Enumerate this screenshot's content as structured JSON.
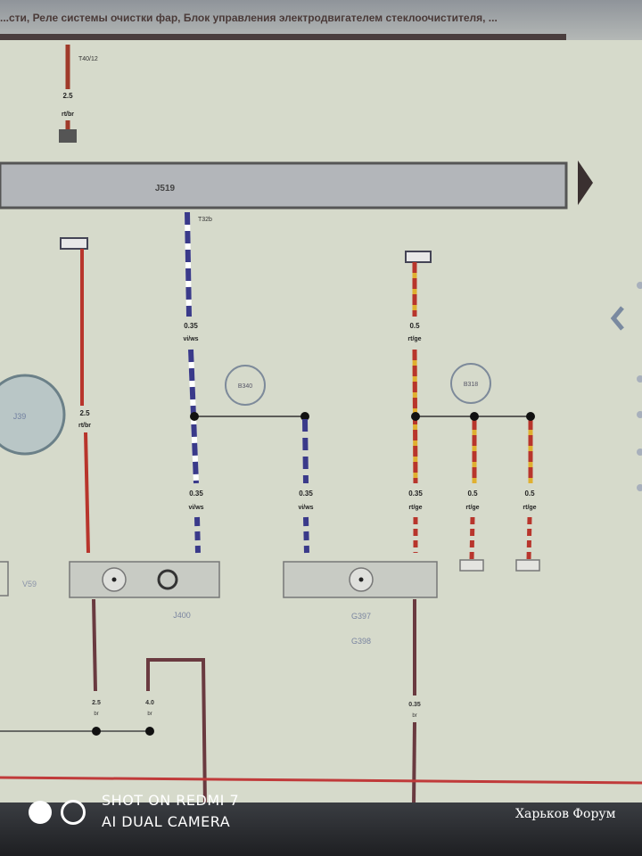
{
  "header": {
    "title": "...сти, Реле системы очистки фар, Блок управления электродвигателем стеклоочистителя, ..."
  },
  "bus_bar": {
    "label": "J519"
  },
  "top_wire": {
    "size": "2.5",
    "color_code": "rt/br",
    "pin": "T40/12"
  },
  "splices": [
    {
      "label": "B340"
    },
    {
      "label": "B318"
    }
  ],
  "big_component": {
    "label": "J39"
  },
  "wires": [
    {
      "size": "2.5",
      "color_code": "rt/br"
    },
    {
      "size": "0.35",
      "color_code": "vi/ws"
    },
    {
      "size": "0.35",
      "color_code": "vi/ws"
    },
    {
      "size": "0.35",
      "color_code": "vi/ws"
    },
    {
      "size": "0.5",
      "color_code": "rt/ge"
    },
    {
      "size": "0.35",
      "color_code": "rt/ge"
    },
    {
      "size": "0.5",
      "color_code": "rt/ge"
    },
    {
      "size": "0.5",
      "color_code": "rt/ge"
    }
  ],
  "lower_wires": [
    {
      "size": "2.5",
      "color_code": "br"
    },
    {
      "size": "4.0",
      "color_code": "br"
    },
    {
      "size": "0.35",
      "color_code": "br"
    }
  ],
  "components": [
    {
      "label": "J400"
    },
    {
      "label": "G397"
    },
    {
      "label": "G398"
    },
    {
      "label": "V59"
    }
  ],
  "watermark": {
    "line1": "SHOT ON REDMI 7",
    "line2": "AI DUAL CAMERA",
    "forum": "Харьков Форум"
  },
  "colors": {
    "red": "#b8352c",
    "violet": "#3a3a8a",
    "yellow": "#e0b030",
    "brown": "#6a3a40",
    "bg": "#d6dacb"
  }
}
